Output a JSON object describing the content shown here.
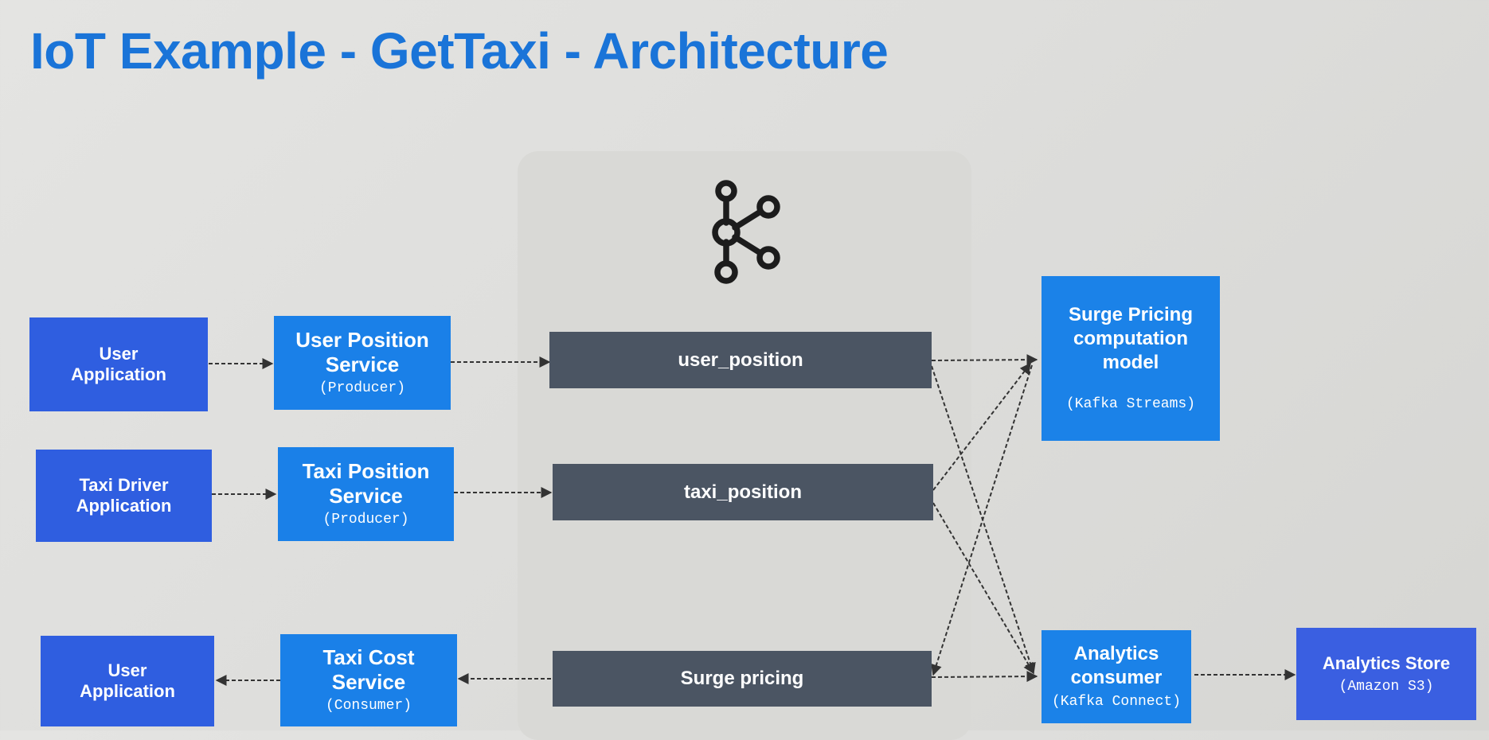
{
  "title": "IoT Example - GetTaxi - Architecture",
  "producers": [
    {
      "app": [
        "User",
        "Application"
      ],
      "service": [
        "User Position",
        "Service"
      ],
      "role": "(Producer)",
      "topic": "user_position"
    },
    {
      "app": [
        "Taxi Driver",
        "Application"
      ],
      "service": [
        "Taxi Position",
        "Service"
      ],
      "role": "(Producer)",
      "topic": "taxi_position"
    }
  ],
  "consumer": {
    "app": [
      "User",
      "Application"
    ],
    "service": [
      "Taxi Cost",
      "Service"
    ],
    "role": "(Consumer)",
    "topic": "Surge pricing"
  },
  "surge_model": {
    "lines": [
      "Surge Pricing",
      "computation",
      "model"
    ],
    "role": "(Kafka Streams)"
  },
  "analytics_consumer": {
    "lines": [
      "Analytics",
      "consumer"
    ],
    "role": "(Kafka Connect)"
  },
  "analytics_store": {
    "label": "Analytics Store",
    "role": "(Amazon S3)"
  },
  "icons": {
    "kafka_logo": "kafka-logo-icon"
  },
  "colors": {
    "title": "#1a74d8",
    "app_box": "#2f5ee0",
    "service_box": "#1a80e8",
    "topic_bar": "#4b5563",
    "arrow": "#333333"
  }
}
